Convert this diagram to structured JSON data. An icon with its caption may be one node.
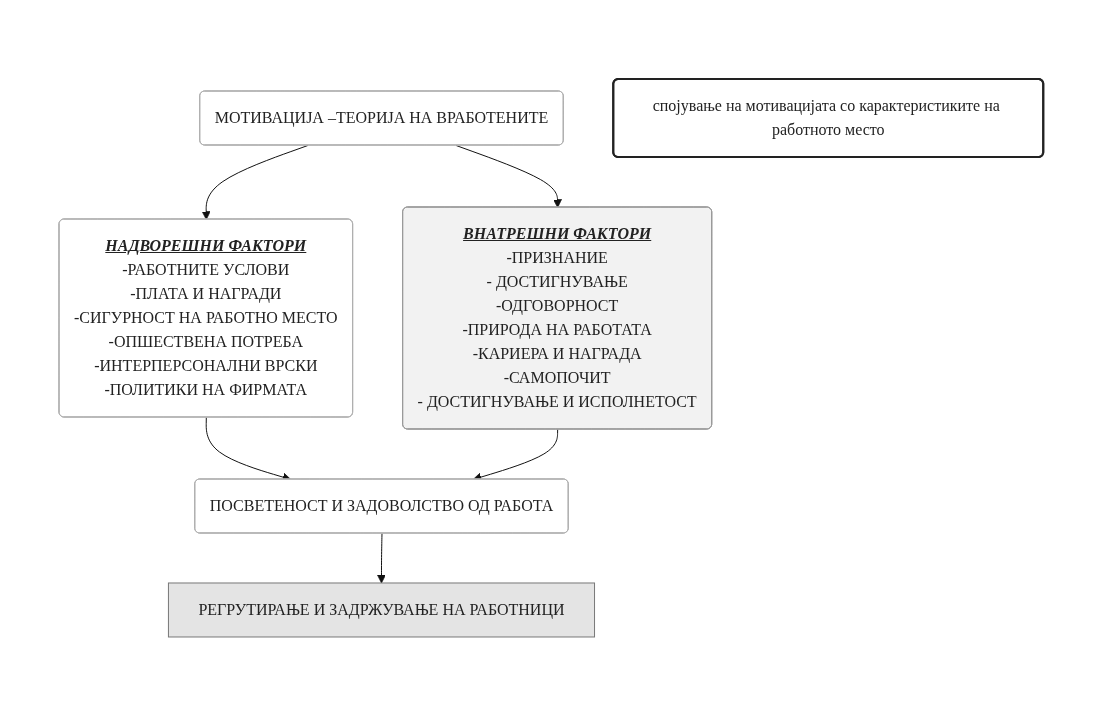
{
  "diagram": {
    "nodes": [
      {
        "text": [
          "МОТИВАЦИЈА –ТЕОРИЈА НА ВРАБОТЕНИТЕ"
        ]
      },
      {
        "text": [
          "НАДВОРЕШНИ ФАКТОРИ",
          "-РАБОТНИТЕ УСЛОВИ",
          "-ПЛАТА И НАГРАДИ",
          "-СИГУРНОСТ НА РАБОТНО МЕСТО",
          "-ОПШЕСТВЕНА ПОТРЕБА",
          "-ИНТЕРПЕРСОНАЛНИ ВРСКИ",
          "-ПОЛИТИКИ НА ФИРМАТА"
        ]
      },
      {
        "text": [
          "ВНАТРЕШНИ ФАКТОРИ",
          "-ПРИЗНАНИЕ",
          "- ДОСТИГНУВАЊЕ",
          "-ОДГОВОРНОСТ",
          "-ПРИРОДА НА РАБОТАТА",
          "-КАРИЕРА И НАГРАДА",
          "-САМОПОЧИТ",
          "- ДОСТИГНУВАЊЕ И ИСПОЛНЕТОСТ"
        ]
      },
      {
        "text": [
          "ПОСВЕТЕНОСТ И ЗАДОВОЛСТВО ОД РАБОТА"
        ]
      },
      {
        "text": [
          "РЕГРУТИРАЊЕ И ЗАДРЖУВАЊЕ НА РАБОТНИЦИ"
        ]
      },
      {
        "text": [
          "спојување на мотивацијата со карактеристиките на работното место"
        ]
      }
    ],
    "edges": [
      {
        "from": 0,
        "to": 1,
        "arrow": "to"
      },
      {
        "from": 0,
        "to": 2,
        "arrow": "to"
      },
      {
        "from": 1,
        "to": 3,
        "arrow": "to"
      },
      {
        "from": 2,
        "to": 3,
        "arrow": "to"
      },
      {
        "from": 3,
        "to": 4,
        "arrow": "to"
      }
    ]
  }
}
